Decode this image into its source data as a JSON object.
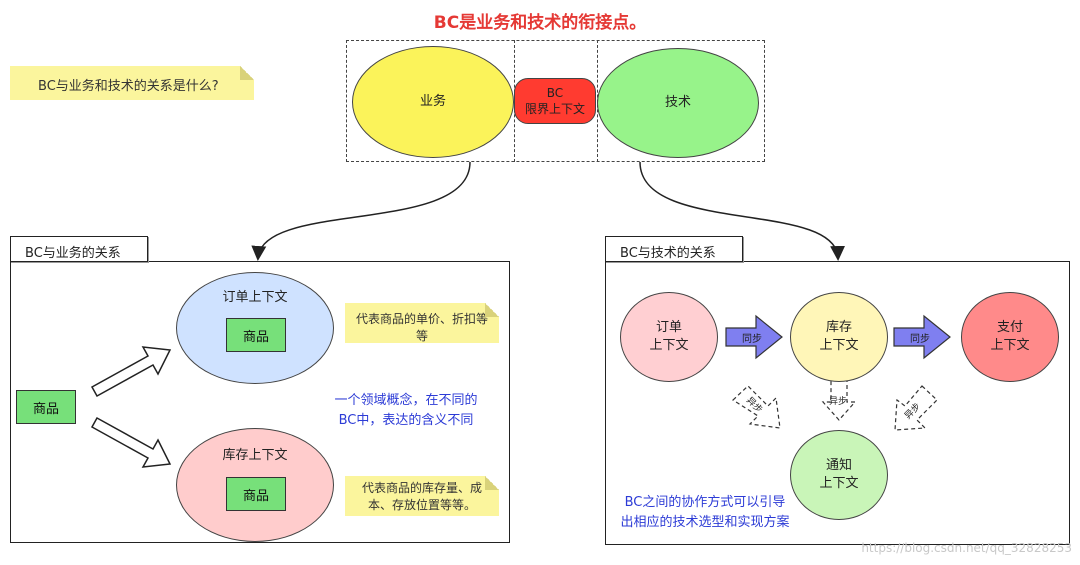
{
  "top": {
    "title": "BC是业务和技术的衔接点。",
    "question": "BC与业务和技术的关系是什么?",
    "business": "业务",
    "bc_line1": "BC",
    "bc_line2": "限界上下文",
    "tech": "技术"
  },
  "business_panel": {
    "tab": "BC与业务的关系",
    "source_box": "商品",
    "order_context": "订单上下文",
    "order_inner": "商品",
    "inventory_context": "库存上下文",
    "inventory_inner": "商品",
    "order_note": "代表商品的单价、折扣等等",
    "inventory_note": "代表商品的库存量、成本、存放位置等等。",
    "concept_line1": "一个领域概念，在不同的",
    "concept_line2": "BC中，表达的含义不同"
  },
  "tech_panel": {
    "tab": "BC与技术的关系",
    "order_line1": "订单",
    "order_line2": "上下文",
    "inventory_line1": "库存",
    "inventory_line2": "上下文",
    "payment_line1": "支付",
    "payment_line2": "上下文",
    "notify_line1": "通知",
    "notify_line2": "上下文",
    "sync_label_1": "同步",
    "sync_label_2": "同步",
    "async_label_1": "异步",
    "async_label_2": "异步",
    "async_label_3": "异步",
    "footer_line1": "BC之间的协作方式可以引导",
    "footer_line2": "出相应的技术选型和实现方案"
  },
  "watermark": "https://blog.csdn.net/qq_32828253",
  "colors": {
    "business": "#fbf35a",
    "bc": "#ff3b30",
    "tech": "#97f38a",
    "order_blue": "#cfe2ff",
    "inventory_pink": "#ffcccc",
    "order_pink": "#ffcfd2",
    "inventory_yellow": "#fff6b8",
    "payment_red": "#ff8a8a",
    "notify_green": "#c9f5b8",
    "sync_arrow": "#7f7ff0"
  }
}
